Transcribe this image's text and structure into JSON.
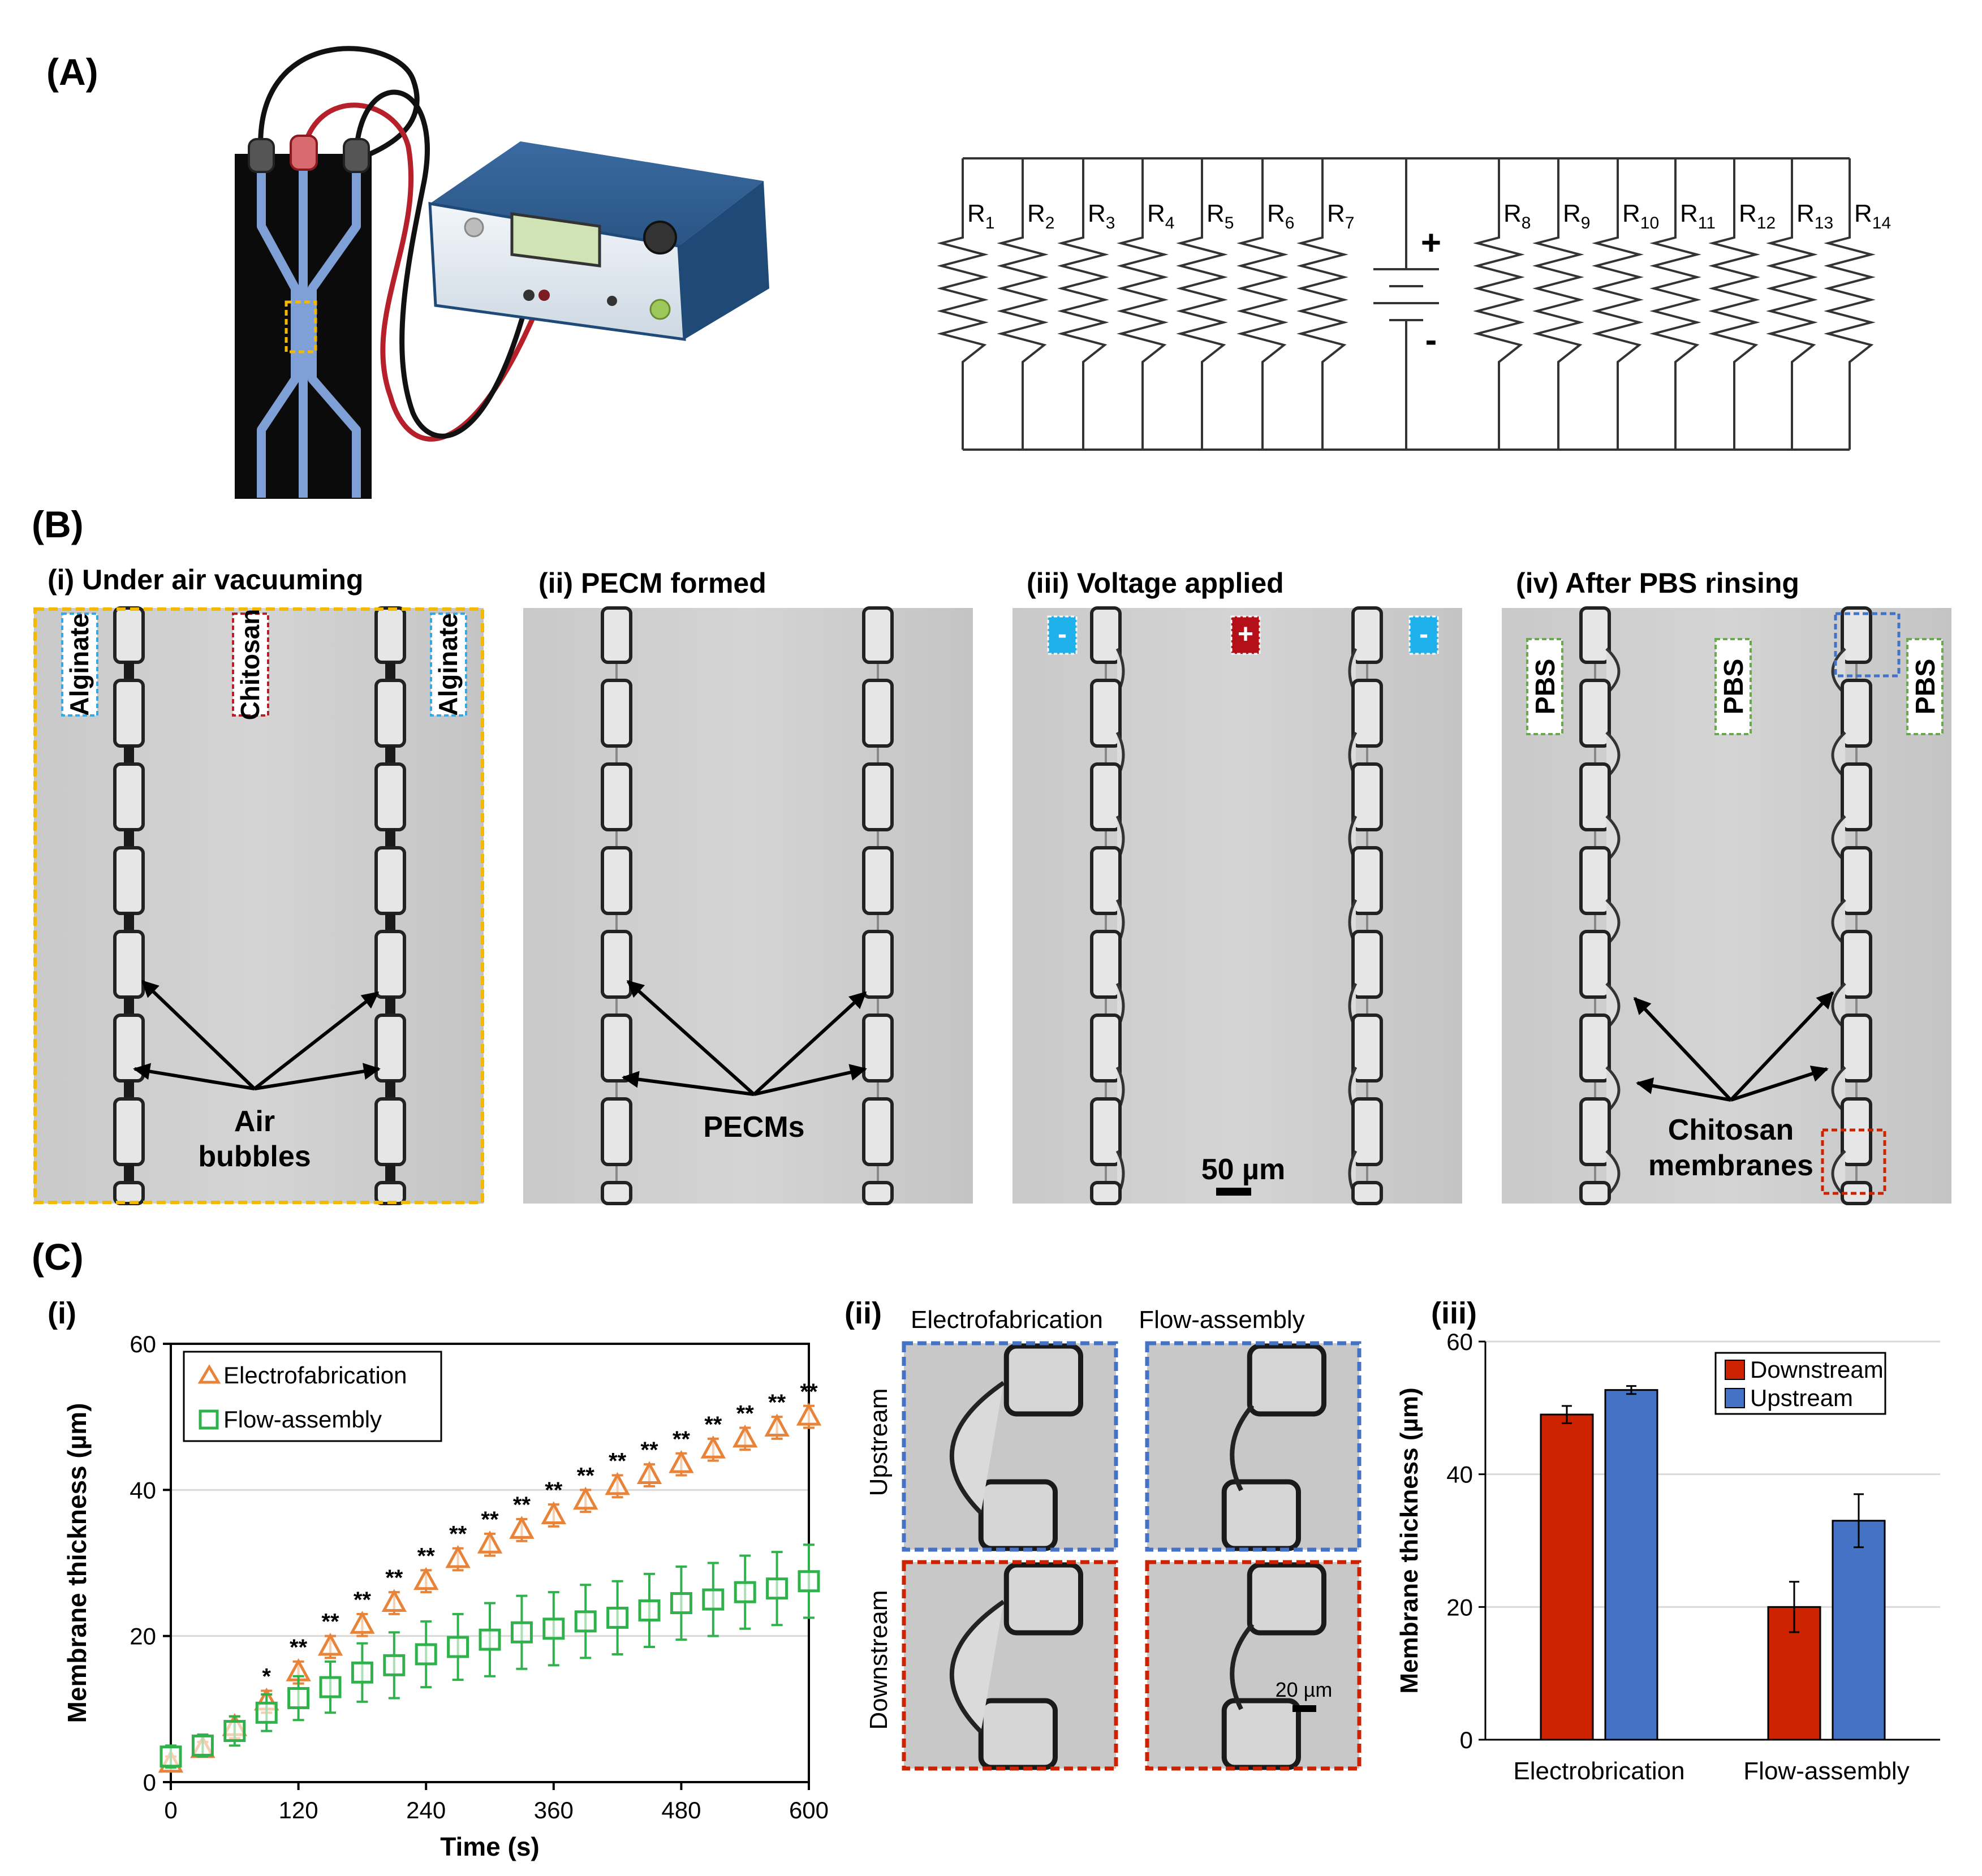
{
  "panel_A": {
    "label": "(A)",
    "resistors_left": [
      {
        "base": "R",
        "sub": "1"
      },
      {
        "base": "R",
        "sub": "2"
      },
      {
        "base": "R",
        "sub": "3"
      },
      {
        "base": "R",
        "sub": "4"
      },
      {
        "base": "R",
        "sub": "5"
      },
      {
        "base": "R",
        "sub": "6"
      },
      {
        "base": "R",
        "sub": "7"
      }
    ],
    "resistors_right": [
      {
        "base": "R",
        "sub": "8"
      },
      {
        "base": "R",
        "sub": "9"
      },
      {
        "base": "R",
        "sub": "10"
      },
      {
        "base": "R",
        "sub": "11"
      },
      {
        "base": "R",
        "sub": "12"
      },
      {
        "base": "R",
        "sub": "13"
      },
      {
        "base": "R",
        "sub": "14"
      }
    ],
    "battery_plus": "+",
    "battery_minus": "-"
  },
  "panel_B": {
    "label": "(B)",
    "subpanels": [
      {
        "title": "(i) Under air vacuuming",
        "tags": [
          "Alginate",
          "Chitosan",
          "Alginate"
        ],
        "arrow_label_1": "Air",
        "arrow_label_2": "bubbles"
      },
      {
        "title": "(ii) PECM formed",
        "arrow_label_1": "PECMs"
      },
      {
        "title": "(iii) Voltage applied",
        "tags": [
          "-",
          "+",
          "-"
        ],
        "scale": "50 µm"
      },
      {
        "title": "(iv) After PBS rinsing",
        "tags": [
          "PBS",
          "PBS",
          "PBS"
        ],
        "arrow_label_1": "Chitosan",
        "arrow_label_2": "membranes"
      }
    ]
  },
  "panel_C": {
    "label": "(C)",
    "sub_i": "(i)",
    "sub_ii": "(ii)",
    "sub_iii": "(iii)",
    "micro": {
      "col1": "Electrofabrication",
      "col2": "Flow-assembly",
      "row1": "Upstream",
      "row2": "Downstream",
      "scale": "20 µm"
    }
  },
  "colors": {
    "electro": "#e8843a",
    "flow": "#2fb24c",
    "downstream": "#cc2200",
    "upstream": "#4472c4",
    "yellow_frame": "#f5b800",
    "red_wire": "#b5202a"
  },
  "chart_data": [
    {
      "type": "scatter",
      "xlabel": "Time (s)",
      "ylabel": "Membrane thickness (µm)",
      "xlim": [
        0,
        600
      ],
      "ylim": [
        0,
        60
      ],
      "xticks": [
        0,
        120,
        240,
        360,
        480,
        600
      ],
      "yticks": [
        0,
        20,
        40,
        60
      ],
      "grid": "horizontal",
      "legend": "top-left",
      "x": [
        0,
        30,
        60,
        90,
        120,
        150,
        180,
        210,
        240,
        270,
        300,
        330,
        360,
        390,
        420,
        450,
        480,
        510,
        540,
        570,
        600
      ],
      "series": [
        {
          "name": "Electrofabrication",
          "marker": "triangle",
          "values": [
            2.5,
            4.5,
            7.5,
            11.0,
            15.0,
            18.5,
            21.5,
            24.5,
            27.5,
            30.5,
            32.5,
            34.5,
            36.5,
            38.5,
            40.5,
            42.0,
            43.5,
            45.5,
            47.0,
            48.5,
            50.0
          ],
          "err": [
            1.0,
            1.0,
            1.5,
            1.5,
            1.5,
            1.5,
            1.5,
            1.5,
            1.5,
            1.5,
            1.5,
            1.5,
            1.5,
            1.5,
            1.5,
            1.5,
            1.5,
            1.5,
            1.5,
            1.5,
            1.5
          ]
        },
        {
          "name": "Flow-assembly",
          "marker": "square",
          "values": [
            3.5,
            5.0,
            7.0,
            9.5,
            11.5,
            13.0,
            15.0,
            16.0,
            17.5,
            18.5,
            19.5,
            20.5,
            21.0,
            22.0,
            22.5,
            23.5,
            24.5,
            25.0,
            26.0,
            26.5,
            27.5
          ],
          "err": [
            1.5,
            1.5,
            2.0,
            2.5,
            3.0,
            3.5,
            4.0,
            4.5,
            4.5,
            4.5,
            5.0,
            5.0,
            5.0,
            5.0,
            5.0,
            5.0,
            5.0,
            5.0,
            5.0,
            5.0,
            5.0
          ]
        }
      ],
      "annotations": [
        {
          "x": 90,
          "text": "*"
        },
        {
          "x": 120,
          "text": "**"
        },
        {
          "x": 150,
          "text": "**"
        },
        {
          "x": 180,
          "text": "**"
        },
        {
          "x": 210,
          "text": "**"
        },
        {
          "x": 240,
          "text": "**"
        },
        {
          "x": 270,
          "text": "**"
        },
        {
          "x": 300,
          "text": "**"
        },
        {
          "x": 330,
          "text": "**"
        },
        {
          "x": 360,
          "text": "**"
        },
        {
          "x": 390,
          "text": "**"
        },
        {
          "x": 420,
          "text": "**"
        },
        {
          "x": 450,
          "text": "**"
        },
        {
          "x": 480,
          "text": "**"
        },
        {
          "x": 510,
          "text": "**"
        },
        {
          "x": 540,
          "text": "**"
        },
        {
          "x": 570,
          "text": "**"
        },
        {
          "x": 600,
          "text": "**"
        }
      ]
    },
    {
      "type": "bar",
      "ylabel": "Membrane thickness (µm)",
      "categories": [
        "Electrobrication",
        "Flow-assembly"
      ],
      "ylim": [
        0,
        60
      ],
      "yticks": [
        0,
        20,
        40,
        60
      ],
      "grid": "horizontal",
      "legend": "top-right",
      "series": [
        {
          "name": "Downstream",
          "values": [
            49,
            20
          ],
          "err": [
            1.3,
            3.8
          ]
        },
        {
          "name": "Upstream",
          "values": [
            52.7,
            33
          ],
          "err": [
            0.6,
            4.0
          ]
        }
      ]
    }
  ]
}
